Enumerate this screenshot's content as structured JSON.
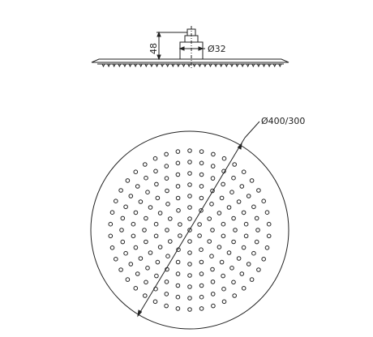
{
  "drawing": {
    "side_view": {
      "height_label": "48",
      "pipe_diameter_label": "Ø32"
    },
    "top_view": {
      "head_diameter_label": "Ø400/300"
    }
  },
  "colors": {
    "line": "#222222",
    "background": "#ffffff"
  }
}
